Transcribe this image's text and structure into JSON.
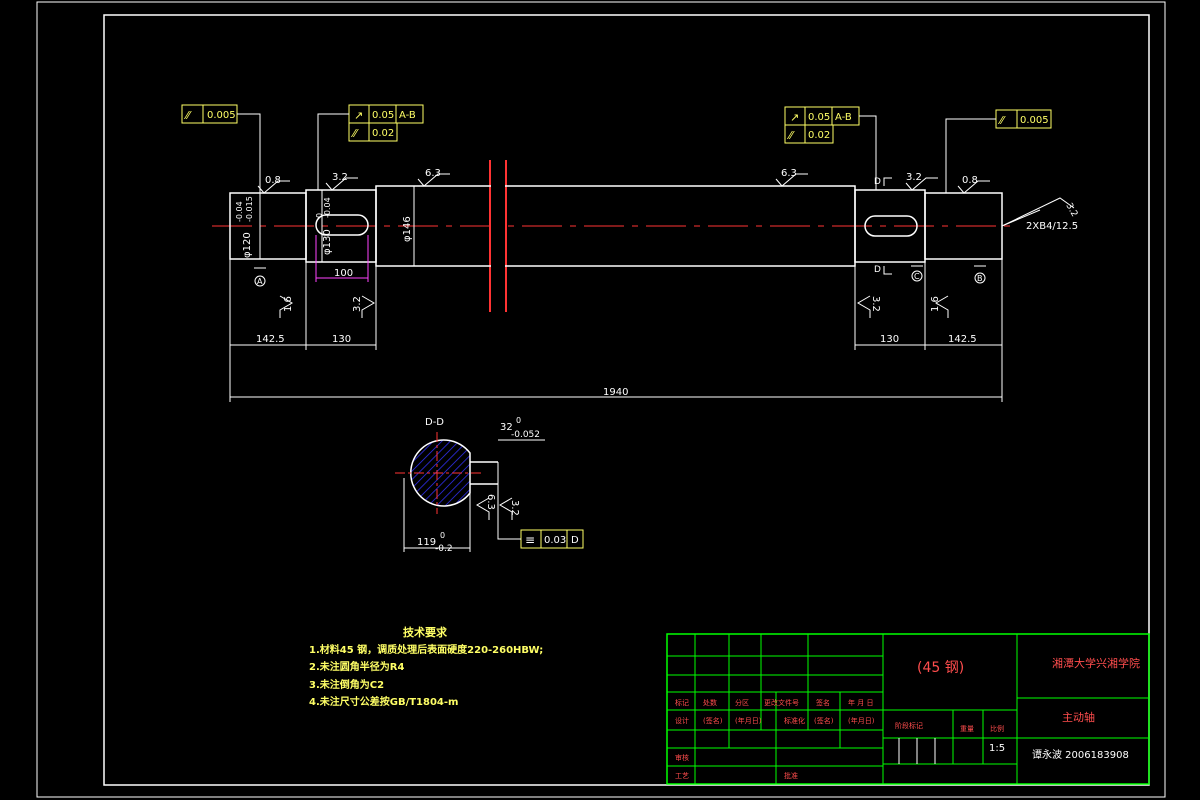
{
  "drawing": {
    "tolerances": {
      "left_circle": "0.005",
      "left_runout": "0.05",
      "left_runout_ref": "A-B",
      "left_circle2": "0.02",
      "right_runout": "0.05",
      "right_runout_ref": "A-B",
      "right_circle": "0.02",
      "right_circle_far": "0.005",
      "section_sym": "0.03",
      "section_sym_ref": "D"
    },
    "roughness": {
      "r_08_left": "0.8",
      "r_32_left": "3.2",
      "r_63_left": "6.3",
      "r_63_right": "6.3",
      "r_32_right": "3.2",
      "r_08_right": "0.8",
      "r_16_left": "1.6",
      "r_32_key_left": "3.2",
      "r_32_key_right": "3.2",
      "r_16_right": "1.6",
      "r_thread": "3.2",
      "r_section_63": "6.3",
      "r_section_32": "3.2"
    },
    "dims": {
      "d120": "φ120",
      "d120_tol_up": "-0.04",
      "d120_tol_dn": "-0.015",
      "d130": "φ130",
      "d130_tol_up": "0",
      "d130_tol_dn": "-0.04",
      "d146": "φ146",
      "key_len": "100",
      "len_1425_left": "142.5",
      "len_130_left": "130",
      "len_130_right": "130",
      "len_1425_right": "142.5",
      "total": "1940",
      "thread": "2XB4/12.5",
      "key_width": "32",
      "key_width_up": "0",
      "key_width_dn": "-0.052",
      "sec_dim": "119",
      "sec_dim_up": "0",
      "sec_dim_dn": "-0.2"
    },
    "datums": {
      "a": "A",
      "b": "B",
      "c": "C",
      "d_left": "D",
      "d_right": "D"
    },
    "section_title": "D-D",
    "tech": {
      "title": "技术要求",
      "items": [
        "1.材料45 钢，调质处理后表面硬度220-260HBW;",
        "2.未注圆角半径为R4",
        "3.未注倒角为C2",
        "4.未注尺寸公差按GB/T1804-m"
      ]
    },
    "title_block": {
      "material": "(45 钢)",
      "school": "湘潭大学兴湘学院",
      "part_name": "主动轴",
      "scale": "1:5",
      "designer": "谭永波 2006183908",
      "header_cells": [
        "标记",
        "处数",
        "分区",
        "更改文件号",
        "签名",
        "年 月 日"
      ],
      "row_design": [
        "设计",
        "(签名)",
        "(年月日)",
        "标准化",
        "(签名)",
        "(年月日)"
      ],
      "stage_label": "阶段标记",
      "weight_label": "重量",
      "scale_label": "比例",
      "review": "审核",
      "process": "工艺",
      "approve": "批准"
    },
    "colors": {
      "background": "#000000",
      "frame": "#ffffff",
      "centerline": "#ff3333",
      "table": "#00ff00",
      "dimension_text": "#ffffff",
      "annotation": "#ffff66",
      "key_dim": "#ff44ff",
      "hatch": "#3333ff"
    }
  }
}
